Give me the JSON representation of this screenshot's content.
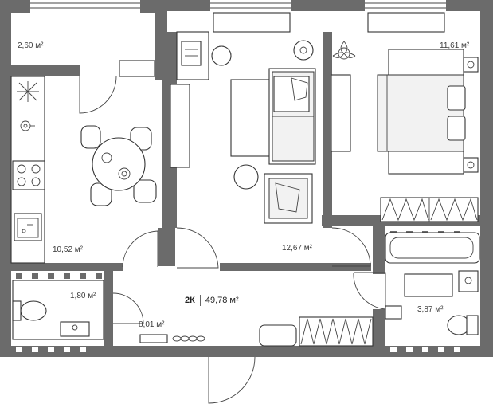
{
  "rooms": [
    {
      "id": "balcony",
      "area": "2,60 м²"
    },
    {
      "id": "kitchen",
      "area": "10,52 м²"
    },
    {
      "id": "living",
      "area": "12,67 м²"
    },
    {
      "id": "bedroom",
      "area": "11,61 м²"
    },
    {
      "id": "bathroom",
      "area": "1,80 м²"
    },
    {
      "id": "hall",
      "area": "8,01 м²"
    },
    {
      "id": "washroom",
      "area": "3,87 м²"
    }
  ],
  "summary": {
    "type": "2К",
    "total_area": "49,78 м²"
  },
  "colors": {
    "wall": "#6b6b6b",
    "line": "#3a3a3a",
    "background": "#ffffff"
  }
}
